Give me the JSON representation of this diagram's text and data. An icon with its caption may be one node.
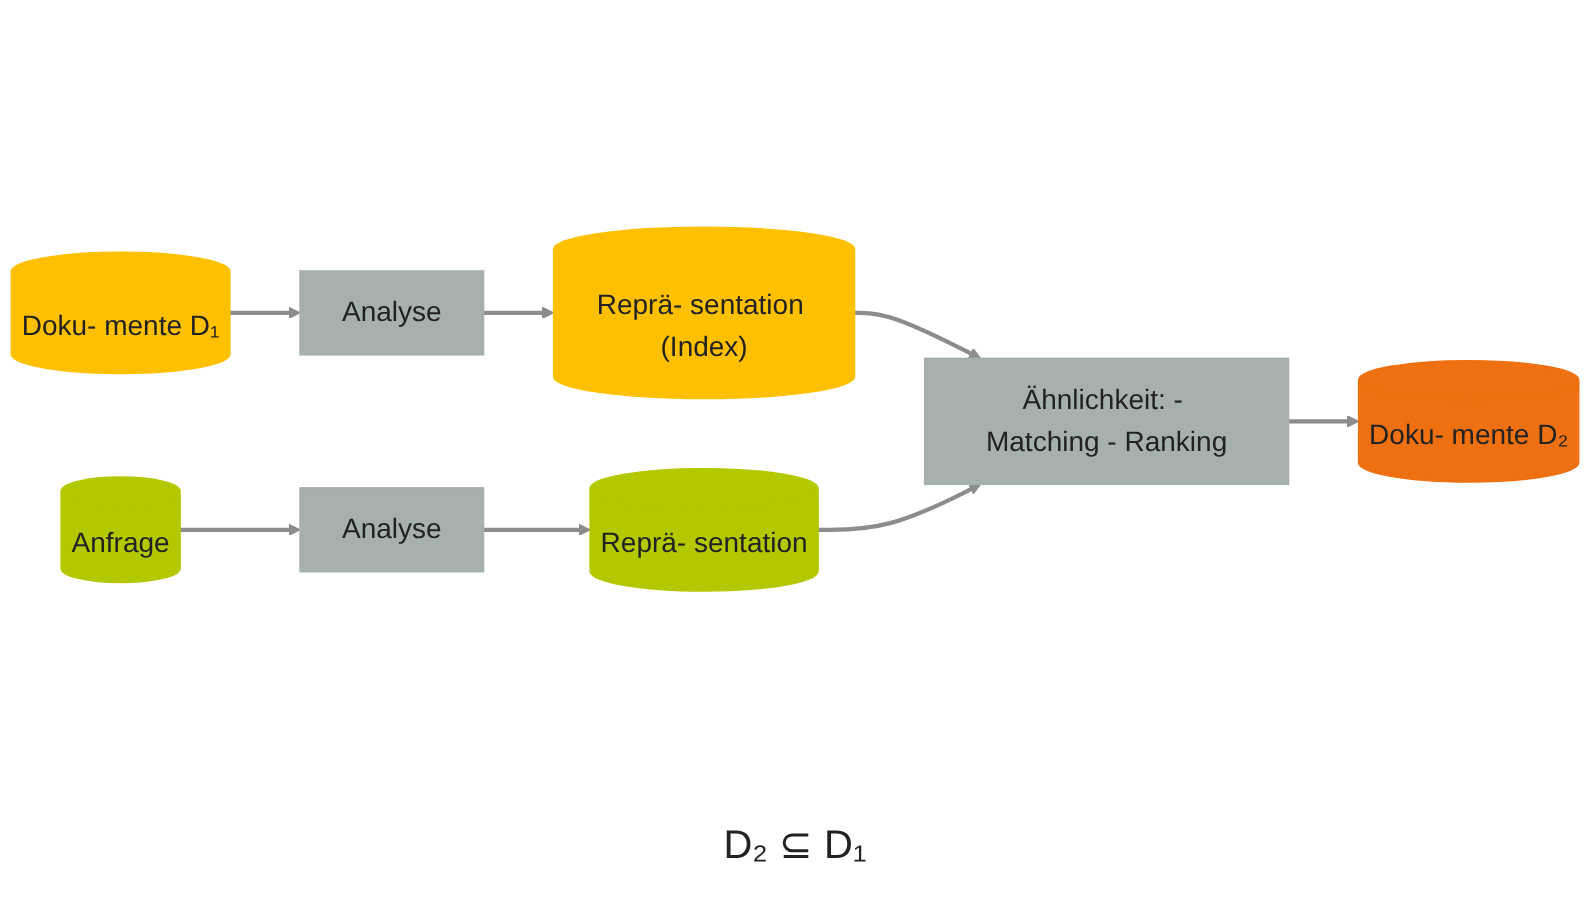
{
  "diagram": {
    "nodes": [
      {
        "text": [
          "Doku- mente D₁"
        ]
      },
      {
        "text": [
          "Analyse"
        ]
      },
      {
        "text": [
          "Reprä- sentation (Index)"
        ]
      },
      {
        "text": [
          "Ähnlichkeit: - Matching - Ranking"
        ]
      },
      {
        "text": [
          "Doku- mente D₂"
        ]
      },
      {
        "text": [
          "Anfrage"
        ]
      },
      {
        "text": [
          "Analyse"
        ]
      },
      {
        "text": [
          "Reprä- sentation"
        ]
      }
    ],
    "edges": [
      {
        "from": 0,
        "to": 1,
        "arrow": "to"
      },
      {
        "from": 1,
        "to": 2,
        "arrow": "to"
      },
      {
        "from": 2,
        "to": 3,
        "arrow": "to"
      },
      {
        "from": 3,
        "to": 4,
        "arrow": "to"
      },
      {
        "from": 5,
        "to": 6,
        "arrow": "to"
      },
      {
        "from": 6,
        "to": 7,
        "arrow": "to"
      },
      {
        "from": 7,
        "to": 3,
        "arrow": "to"
      }
    ],
    "labels": [
      "D₂ ⊆ D₁"
    ]
  }
}
